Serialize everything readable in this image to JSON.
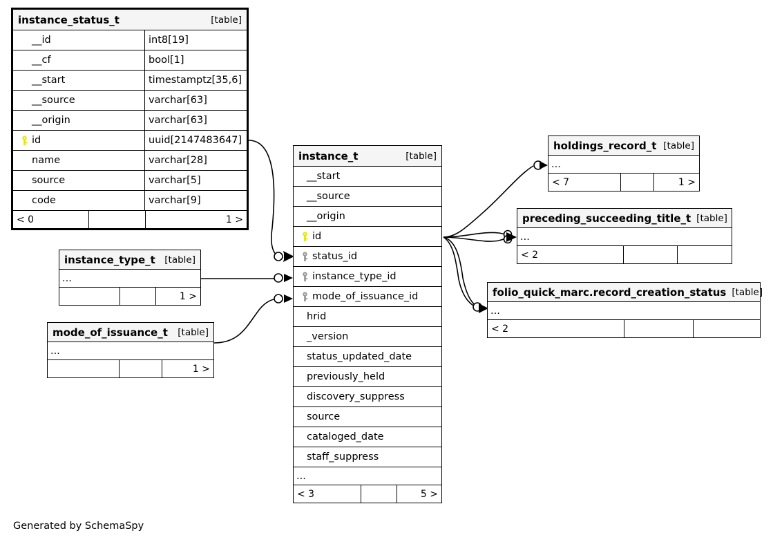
{
  "diagram": {
    "generator_text": "Generated by SchemaSpy",
    "table_tag": "[table]",
    "ellipsis": "...",
    "pk_color": "#e6e600",
    "fk_color": "#999999",
    "header_bg": "#f5f5f5",
    "line_color": "#000000"
  },
  "tables": [
    {
      "id": "instance_status_t",
      "name": "instance_status_t",
      "tag": "[table]",
      "emphasis": true,
      "columns": [
        {
          "key": "none",
          "name": "__id",
          "type": "int8[19]"
        },
        {
          "key": "none",
          "name": "__cf",
          "type": "bool[1]"
        },
        {
          "key": "none",
          "name": "__start",
          "type": "timestamptz[35,6]"
        },
        {
          "key": "none",
          "name": "__source",
          "type": "varchar[63]"
        },
        {
          "key": "none",
          "name": "__origin",
          "type": "varchar[63]"
        },
        {
          "key": "pk",
          "name": "id",
          "type": "uuid[2147483647]"
        },
        {
          "key": "none",
          "name": "name",
          "type": "varchar[28]"
        },
        {
          "key": "none",
          "name": "source",
          "type": "varchar[5]"
        },
        {
          "key": "none",
          "name": "code",
          "type": "varchar[9]"
        }
      ],
      "footer": [
        "< 0",
        "",
        "1 >"
      ]
    },
    {
      "id": "instance_t",
      "name": "instance_t",
      "tag": "[table]",
      "emphasis": false,
      "columns": [
        {
          "key": "none",
          "name": "__start"
        },
        {
          "key": "none",
          "name": "__source"
        },
        {
          "key": "none",
          "name": "__origin"
        },
        {
          "key": "pk",
          "name": "id"
        },
        {
          "key": "fk",
          "name": "status_id"
        },
        {
          "key": "fk",
          "name": "instance_type_id"
        },
        {
          "key": "fk",
          "name": "mode_of_issuance_id"
        },
        {
          "key": "none",
          "name": "hrid"
        },
        {
          "key": "none",
          "name": "_version"
        },
        {
          "key": "none",
          "name": "status_updated_date"
        },
        {
          "key": "none",
          "name": "previously_held"
        },
        {
          "key": "none",
          "name": "discovery_suppress"
        },
        {
          "key": "none",
          "name": "source"
        },
        {
          "key": "none",
          "name": "cataloged_date"
        },
        {
          "key": "none",
          "name": "staff_suppress"
        }
      ],
      "has_more": true,
      "footer": [
        "< 3",
        "",
        "5 >"
      ]
    },
    {
      "id": "instance_type_t",
      "name": "instance_type_t",
      "tag": "[table]",
      "emphasis": false,
      "columns": [],
      "has_more": true,
      "footer": [
        "",
        "",
        "1 >"
      ]
    },
    {
      "id": "mode_of_issuance_t",
      "name": "mode_of_issuance_t",
      "tag": "[table]",
      "emphasis": false,
      "columns": [],
      "has_more": true,
      "footer": [
        "",
        "",
        "1 >"
      ]
    },
    {
      "id": "holdings_record_t",
      "name": "holdings_record_t",
      "tag": "[table]",
      "emphasis": false,
      "columns": [],
      "has_more": true,
      "footer": [
        "< 7",
        "",
        "1 >"
      ]
    },
    {
      "id": "preceding_succeeding_title_t",
      "name": "preceding_succeeding_title_t",
      "tag": "[table]",
      "emphasis": false,
      "columns": [],
      "has_more": true,
      "footer": [
        "< 2",
        "",
        ""
      ]
    },
    {
      "id": "folio_quick_marc_record_creation_status",
      "name": "folio_quick_marc.record_creation_status",
      "tag": "[table]",
      "emphasis": false,
      "columns": [],
      "has_more": true,
      "footer": [
        "< 2",
        "",
        ""
      ]
    }
  ],
  "relationships": [
    {
      "from": "instance_status_t.id",
      "to": "instance_t.status_id"
    },
    {
      "from": "instance_type_t",
      "to": "instance_t.instance_type_id"
    },
    {
      "from": "mode_of_issuance_t",
      "to": "instance_t.mode_of_issuance_id"
    },
    {
      "from": "instance_t.id",
      "to": "holdings_record_t"
    },
    {
      "from": "instance_t.id",
      "to": "preceding_succeeding_title_t"
    },
    {
      "from": "instance_t.id",
      "to": "preceding_succeeding_title_t"
    },
    {
      "from": "instance_t.id",
      "to": "folio_quick_marc.record_creation_status"
    },
    {
      "from": "instance_t.id",
      "to": "folio_quick_marc.record_creation_status"
    }
  ]
}
